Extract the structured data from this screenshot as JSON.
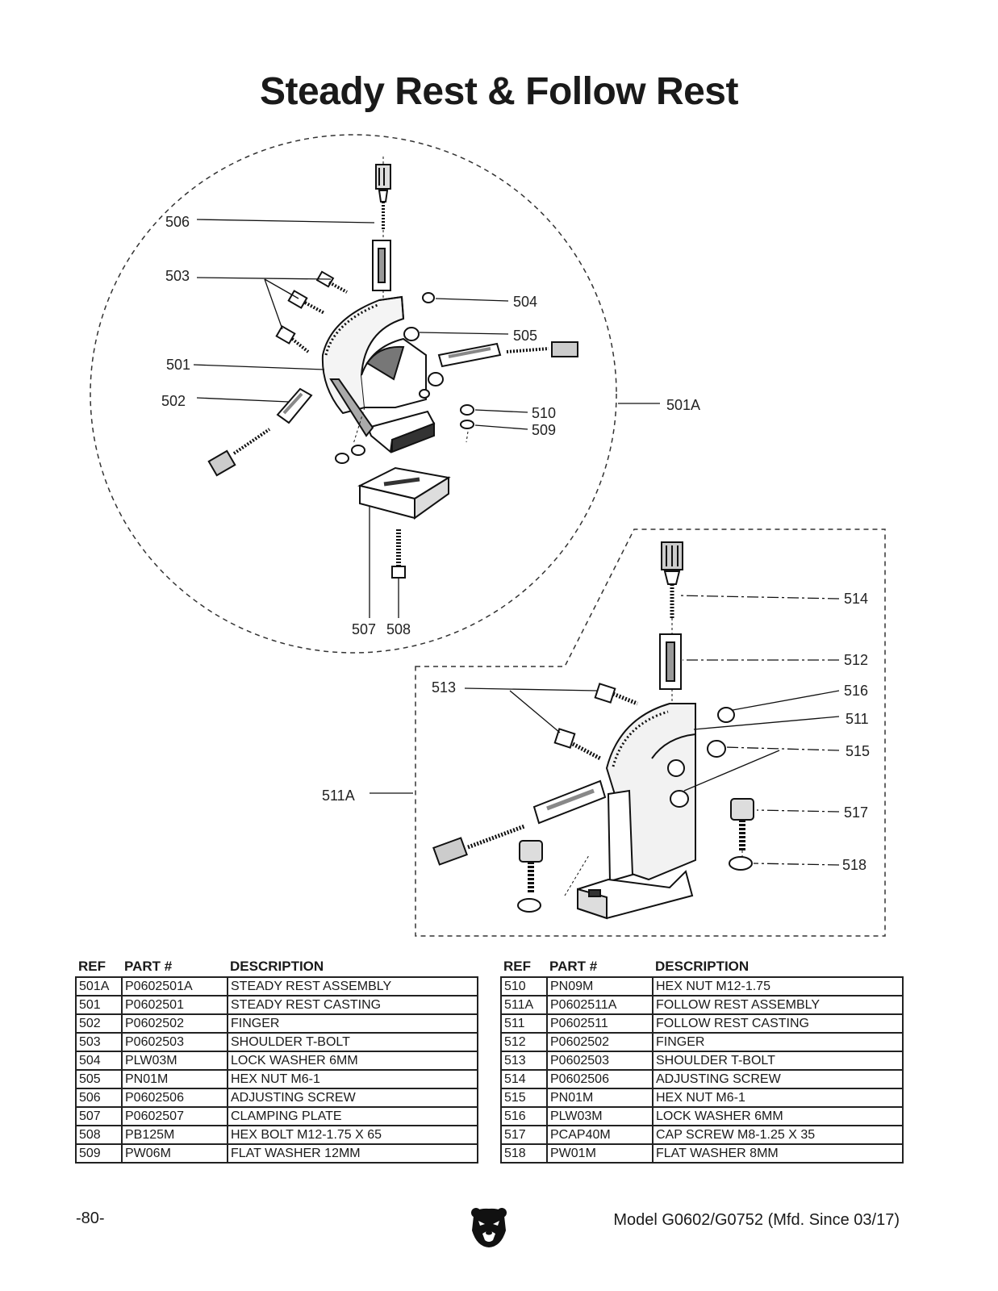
{
  "page_title": "Steady Rest & Follow Rest",
  "callouts": {
    "c501A": "501A",
    "c501": "501",
    "c502": "502",
    "c503": "503",
    "c504": "504",
    "c505": "505",
    "c506": "506",
    "c507": "507",
    "c508": "508",
    "c509": "509",
    "c510": "510",
    "c511A": "511A",
    "c511": "511",
    "c512": "512",
    "c513": "513",
    "c514": "514",
    "c515": "515",
    "c516": "516",
    "c517": "517",
    "c518": "518"
  },
  "table_headers": {
    "ref": "REF",
    "part": "PART #",
    "desc": "DESCRIPTION"
  },
  "parts_left": [
    {
      "ref": "501A",
      "part": "P0602501A",
      "desc": "STEADY REST ASSEMBLY"
    },
    {
      "ref": "501",
      "part": "P0602501",
      "desc": "STEADY REST CASTING"
    },
    {
      "ref": "502",
      "part": "P0602502",
      "desc": "FINGER"
    },
    {
      "ref": "503",
      "part": "P0602503",
      "desc": "SHOULDER T-BOLT"
    },
    {
      "ref": "504",
      "part": "PLW03M",
      "desc": "LOCK WASHER 6MM"
    },
    {
      "ref": "505",
      "part": "PN01M",
      "desc": "HEX NUT M6-1"
    },
    {
      "ref": "506",
      "part": "P0602506",
      "desc": "ADJUSTING SCREW"
    },
    {
      "ref": "507",
      "part": "P0602507",
      "desc": "CLAMPING PLATE"
    },
    {
      "ref": "508",
      "part": "PB125M",
      "desc": "HEX BOLT M12-1.75 X 65"
    },
    {
      "ref": "509",
      "part": "PW06M",
      "desc": "FLAT WASHER 12MM"
    }
  ],
  "parts_right": [
    {
      "ref": "510",
      "part": "PN09M",
      "desc": "HEX NUT M12-1.75"
    },
    {
      "ref": "511A",
      "part": "P0602511A",
      "desc": "FOLLOW REST ASSEMBLY"
    },
    {
      "ref": "511",
      "part": "P0602511",
      "desc": "FOLLOW REST CASTING"
    },
    {
      "ref": "512",
      "part": "P0602502",
      "desc": "FINGER"
    },
    {
      "ref": "513",
      "part": "P0602503",
      "desc": "SHOULDER T-BOLT"
    },
    {
      "ref": "514",
      "part": "P0602506",
      "desc": "ADJUSTING SCREW"
    },
    {
      "ref": "515",
      "part": "PN01M",
      "desc": "HEX NUT M6-1"
    },
    {
      "ref": "516",
      "part": "PLW03M",
      "desc": "LOCK WASHER 6MM"
    },
    {
      "ref": "517",
      "part": "PCAP40M",
      "desc": "CAP SCREW M8-1.25 X 35"
    },
    {
      "ref": "518",
      "part": "PW01M",
      "desc": "FLAT WASHER 8MM"
    }
  ],
  "footer": {
    "page_number": "-80-",
    "model": "Model G0602/G0752 (Mfd. Since 03/17)"
  },
  "logo_icon": "bear-logo-icon"
}
